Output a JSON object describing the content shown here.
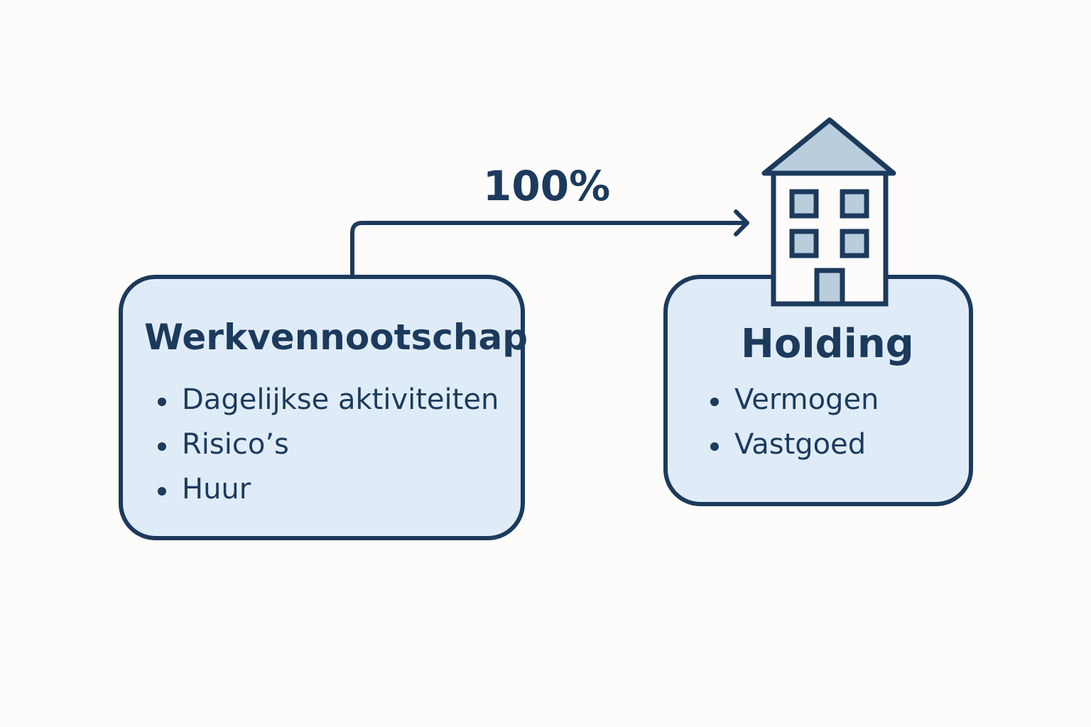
{
  "ownership_label": "100%",
  "werkvennootschap": {
    "title": "Werkvennootschap",
    "items": [
      "Dagelijkse aktiviteiten",
      "Risico’s",
      "Huur"
    ]
  },
  "holding": {
    "title": "Holding",
    "items": [
      "Vermogen",
      "Vastgoed"
    ]
  },
  "colors": {
    "stroke": "#1c3a5c",
    "fill": "#dfecf8",
    "accent": "#b9cddd"
  }
}
